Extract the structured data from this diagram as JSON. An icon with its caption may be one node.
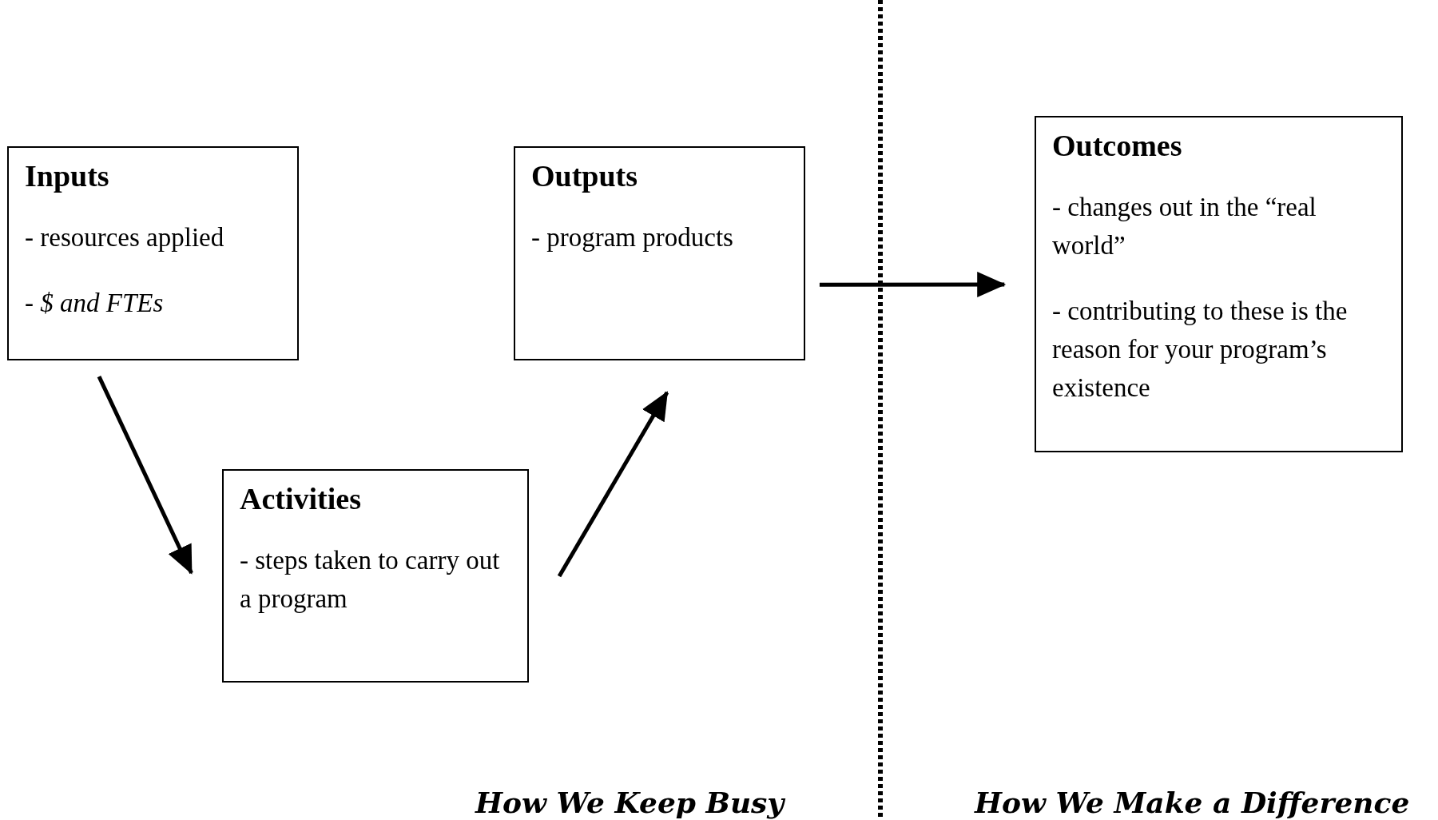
{
  "diagram": {
    "nodes": [
      {
        "text": [
          "Inputs",
          "- resources applied",
          "- *$ and FTEs*"
        ]
      },
      {
        "text": [
          "Activities",
          "- steps taken to carry out a program"
        ]
      },
      {
        "text": [
          "Outputs",
          "- program products"
        ]
      },
      {
        "text": [
          "Outcomes",
          "- changes out in the “real world”",
          "- contributing to these is the reason for your program’s existence"
        ]
      }
    ],
    "edges": [
      {
        "from": 0,
        "to": 1,
        "arrow": "to"
      },
      {
        "from": 1,
        "to": 2,
        "arrow": "to"
      },
      {
        "from": 2,
        "to": 3,
        "arrow": "to"
      }
    ],
    "labels": [
      "How We Keep Busy",
      "How We Make a Difference"
    ]
  }
}
